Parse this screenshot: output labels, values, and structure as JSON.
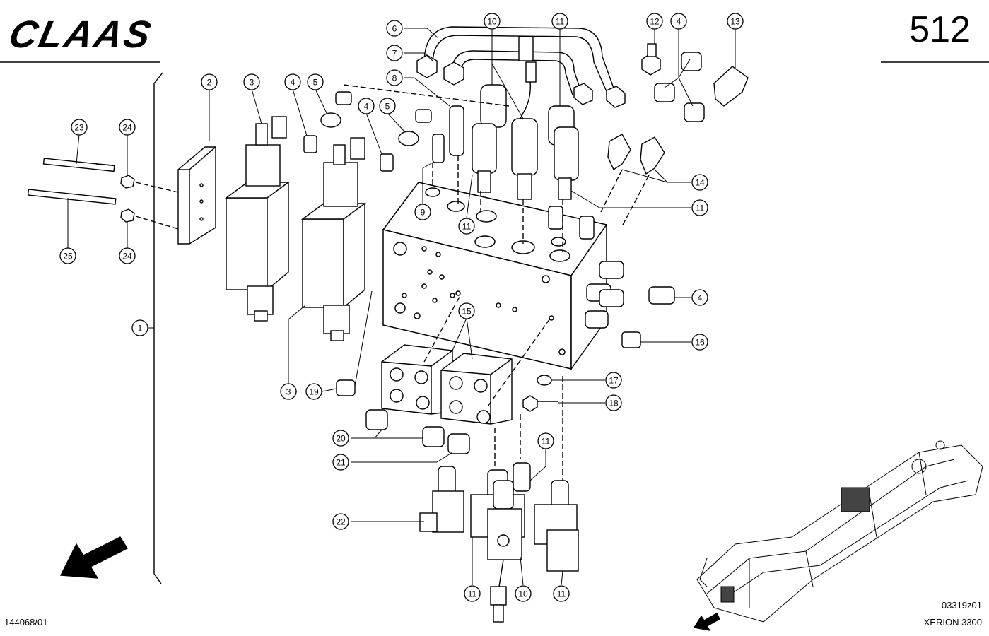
{
  "header": {
    "brand": "CLAAS",
    "page_number": "512"
  },
  "footer": {
    "drawing_number": "144068/01",
    "image_code": "03319z01",
    "model": "XERION 3300"
  },
  "callouts": [
    {
      "id": "c1",
      "label": "1"
    },
    {
      "id": "c2",
      "label": "2"
    },
    {
      "id": "c3a",
      "label": "3"
    },
    {
      "id": "c3b",
      "label": "3"
    },
    {
      "id": "c4a",
      "label": "4"
    },
    {
      "id": "c4b",
      "label": "4"
    },
    {
      "id": "c4c",
      "label": "4"
    },
    {
      "id": "c4d",
      "label": "4"
    },
    {
      "id": "c5a",
      "label": "5"
    },
    {
      "id": "c5b",
      "label": "5"
    },
    {
      "id": "c6",
      "label": "6"
    },
    {
      "id": "c7",
      "label": "7"
    },
    {
      "id": "c8",
      "label": "8"
    },
    {
      "id": "c9",
      "label": "9"
    },
    {
      "id": "c10a",
      "label": "10"
    },
    {
      "id": "c10b",
      "label": "10"
    },
    {
      "id": "c11a",
      "label": "11"
    },
    {
      "id": "c11b",
      "label": "11"
    },
    {
      "id": "c11c",
      "label": "11"
    },
    {
      "id": "c11d",
      "label": "11"
    },
    {
      "id": "c11e",
      "label": "11"
    },
    {
      "id": "c11f",
      "label": "11"
    },
    {
      "id": "c12",
      "label": "12"
    },
    {
      "id": "c13",
      "label": "13"
    },
    {
      "id": "c14",
      "label": "14"
    },
    {
      "id": "c15",
      "label": "15"
    },
    {
      "id": "c16",
      "label": "16"
    },
    {
      "id": "c17",
      "label": "17"
    },
    {
      "id": "c18",
      "label": "18"
    },
    {
      "id": "c19",
      "label": "19"
    },
    {
      "id": "c20",
      "label": "20"
    },
    {
      "id": "c21",
      "label": "21"
    },
    {
      "id": "c22",
      "label": "22"
    },
    {
      "id": "c23",
      "label": "23"
    },
    {
      "id": "c24a",
      "label": "24"
    },
    {
      "id": "c24b",
      "label": "24"
    },
    {
      "id": "c25",
      "label": "25"
    }
  ]
}
